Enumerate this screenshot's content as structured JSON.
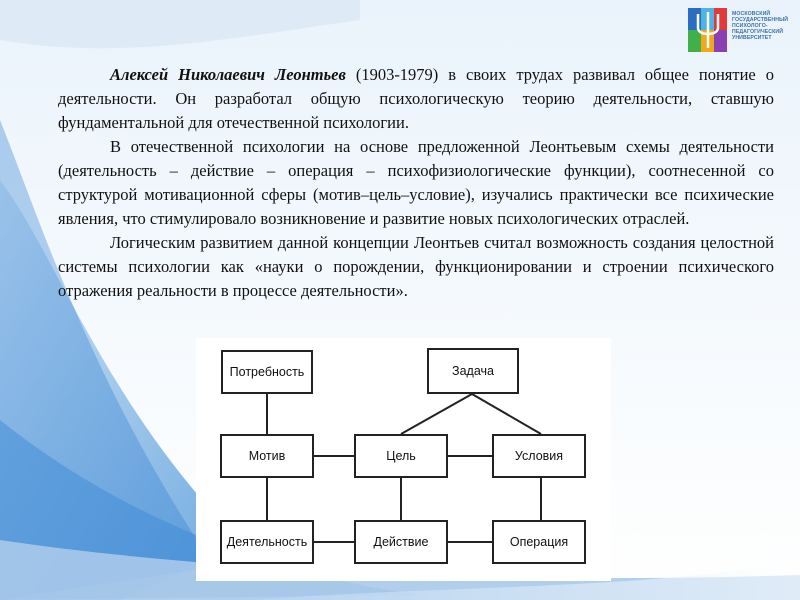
{
  "logo": {
    "lines": [
      "МОСКОВСКИЙ",
      "ГОСУДАРСТВЕННЫЙ",
      "ПСИХОЛОГО-",
      "ПЕДАГОГИЧЕСКИЙ",
      "УНИВЕРСИТЕТ"
    ],
    "icon": "mgppu-logo-icon"
  },
  "text": {
    "p1_name": "Алексей Николаевич Леонтьев",
    "p1_rest": " (1903-1979) в своих трудах развивал общее понятие о деятельности. Он разработал общую психологическую теорию деятельности, ставшую фундаментальной для отечественной психологии.",
    "p2": "В отечественной психологии на основе предложенной Леонтьевым схемы деятельности (деятельность – действие – операция – психофизиологические функции), соотнесенной со структурой мотивационной сферы (мотив–цель–условие), изучались практически все психические явления, что стимулировало возникновение и развитие новых психологических отраслей.",
    "p3": "Логическим развитием данной концепции Леонтьев считал возможность создания целостной системы психологии как «науки о порождении, функционировании и строении психического отражения реальности в процессе деятельности»."
  },
  "diagram": {
    "nodes": {
      "potrebnost": "Потребность",
      "zadacha": "Задача",
      "motiv": "Мотив",
      "tsel": "Цель",
      "usloviya": "Условия",
      "deyatelnost": "Деятельность",
      "deystvie": "Действие",
      "operatsiya": "Операция"
    }
  },
  "colors": {
    "accent_blue": "#2f7fd0",
    "text": "#111111",
    "logo_red": "#e03a3a",
    "logo_blue": "#2b6cc4"
  }
}
